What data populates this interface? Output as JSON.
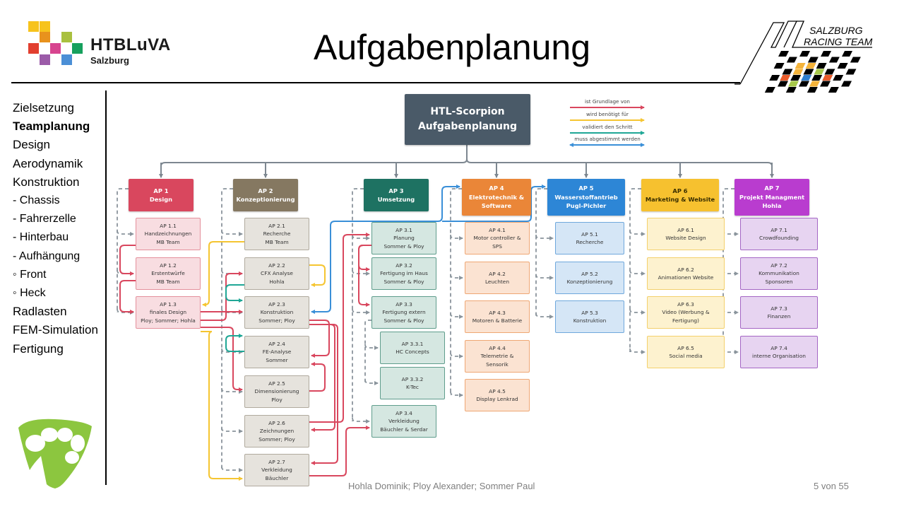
{
  "header": {
    "title": "Aufgabenplanung",
    "logo_left": {
      "name": "HTBLuVA",
      "subtitle": "Salzburg"
    },
    "logo_right": {
      "line1": "SALZBURG",
      "line2": "RACING TEAM"
    }
  },
  "sidebar": {
    "items": [
      {
        "label": "Zielsetzung",
        "active": false
      },
      {
        "label": "Teamplanung",
        "active": true
      },
      {
        "label": "Design",
        "active": false
      },
      {
        "label": "Aerodynamik",
        "active": false
      },
      {
        "label": "Konstruktion",
        "active": false
      },
      {
        "label": "- Chassis",
        "active": false
      },
      {
        "label": "- Fahrerzelle",
        "active": false
      },
      {
        "label": "- Hinterbau",
        "active": false
      },
      {
        "label": "- Aufhängung",
        "active": false
      },
      {
        "label": " ◦ Front",
        "active": false
      },
      {
        "label": " ◦ Heck",
        "active": false
      },
      {
        "label": "Radlasten",
        "active": false
      },
      {
        "label": "FEM-Simulation",
        "active": false
      },
      {
        "label": "Fertigung",
        "active": false
      }
    ]
  },
  "diagram": {
    "root": {
      "line1": "HTL-Scorpion",
      "line2": "Aufgabenplanung"
    },
    "legend": [
      {
        "label": "ist Grundlage von",
        "color": "#d9475e"
      },
      {
        "label": "wird benötigt für",
        "color": "#f5c531"
      },
      {
        "label": "validiert den Schritt",
        "color": "#1fa796"
      },
      {
        "label": "muss abgestimmt werden",
        "color": "#3a8fd8"
      }
    ],
    "packages": [
      {
        "id": "AP 1",
        "title": "Design",
        "owner": "",
        "color": "#d9475e",
        "fill": "#f8dde1",
        "border": "#e4909c",
        "tasks": [
          {
            "id": "AP 1.1",
            "lines": [
              "Handzeichnungen",
              "MB Team"
            ]
          },
          {
            "id": "AP 1.2",
            "lines": [
              "Erstentwürfe",
              "MB Team"
            ]
          },
          {
            "id": "AP 1.3",
            "lines": [
              "finales Design",
              "Ploy; Sommer; Hohla"
            ]
          }
        ]
      },
      {
        "id": "AP 2",
        "title": "Konzeptionierung",
        "owner": "",
        "color": "#857861",
        "fill": "#e6e3dd",
        "border": "#b0aa9e",
        "tasks": [
          {
            "id": "AP 2.1",
            "lines": [
              "Recherche",
              "MB Team"
            ]
          },
          {
            "id": "AP 2.2",
            "lines": [
              "CFX Analyse",
              "Hohla"
            ]
          },
          {
            "id": "AP 2.3",
            "lines": [
              "Konstruktion",
              "Sommer; Ploy"
            ]
          },
          {
            "id": "AP 2.4",
            "lines": [
              "FE-Analyse",
              "Sommer"
            ]
          },
          {
            "id": "AP 2.5",
            "lines": [
              "Dimensionierung",
              "Ploy"
            ]
          },
          {
            "id": "AP 2.6",
            "lines": [
              "Zeichnungen",
              "Sommer; Ploy"
            ]
          },
          {
            "id": "AP 2.7",
            "lines": [
              "Verkleidung",
              "Bäuchler"
            ]
          }
        ]
      },
      {
        "id": "AP 3",
        "title": "Umsetzung",
        "owner": "",
        "color": "#1e7262",
        "fill": "#d5e7e1",
        "border": "#5f9d8c",
        "tasks": [
          {
            "id": "AP 3.1",
            "lines": [
              "Planung",
              "Sommer & Ploy"
            ]
          },
          {
            "id": "AP 3.2",
            "lines": [
              "Fertigung im Haus",
              "Sommer & Ploy"
            ]
          },
          {
            "id": "AP 3.3",
            "lines": [
              "Fertigung extern",
              "Sommer & Ploy"
            ]
          },
          {
            "id": "AP 3.3.1",
            "lines": [
              "HC Concepts"
            ]
          },
          {
            "id": "AP 3.3.2",
            "lines": [
              "K-Tec"
            ]
          },
          {
            "id": "AP 3.4",
            "lines": [
              "Verkleidung",
              "Bäuchler & Serdar"
            ]
          }
        ]
      },
      {
        "id": "AP 4",
        "title": "Elektrotechnik &",
        "owner": "Software",
        "color": "#ea8638",
        "fill": "#fbe3d2",
        "border": "#efa774",
        "tasks": [
          {
            "id": "AP 4.1",
            "lines": [
              "Motor controller &",
              "SPS"
            ]
          },
          {
            "id": "AP 4.2",
            "lines": [
              "Leuchten"
            ]
          },
          {
            "id": "AP 4.3",
            "lines": [
              "Motoren & Batterie"
            ]
          },
          {
            "id": "AP 4.4",
            "lines": [
              "Telemetrie &",
              "Sensorik"
            ]
          },
          {
            "id": "AP 4.5",
            "lines": [
              "Display Lenkrad"
            ]
          }
        ]
      },
      {
        "id": "AP 5",
        "title": "Wasserstoffantrieb",
        "owner": "Pugl-Pichler",
        "color": "#2d86d6",
        "fill": "#d5e6f6",
        "border": "#6fa8dc",
        "tasks": [
          {
            "id": "AP 5.1",
            "lines": [
              "Recherche"
            ]
          },
          {
            "id": "AP 5.2",
            "lines": [
              "Konzeptionierung"
            ]
          },
          {
            "id": "AP 5.3",
            "lines": [
              "Konstruktion"
            ]
          }
        ]
      },
      {
        "id": "AP 6",
        "title": "Marketing & Website",
        "owner": "",
        "color": "#f6c12f",
        "fill": "#fdf2cf",
        "border": "#f3d06c",
        "tasks": [
          {
            "id": "AP 6.1",
            "lines": [
              "Website Design"
            ]
          },
          {
            "id": "AP 6.2",
            "lines": [
              "Animationen Website"
            ]
          },
          {
            "id": "AP 6.3",
            "lines": [
              "Video (Werbung &",
              "Fertigung)"
            ]
          },
          {
            "id": "AP 6.5",
            "lines": [
              "Social media"
            ]
          }
        ]
      },
      {
        "id": "AP 7",
        "title": "Projekt Managment",
        "owner": "Hohla",
        "color": "#b93ccf",
        "fill": "#e7d4f1",
        "border": "#a466c4",
        "tasks": [
          {
            "id": "AP 7.1",
            "lines": [
              "Crowdfounding"
            ]
          },
          {
            "id": "AP 7.2",
            "lines": [
              "Kommunikation",
              "Sponsoren"
            ]
          },
          {
            "id": "AP 7.3",
            "lines": [
              "Finanzen"
            ]
          },
          {
            "id": "AP 7.4",
            "lines": [
              "interne Organisation"
            ]
          }
        ]
      }
    ]
  },
  "footer": {
    "authors": "Hohla Dominik; Ploy Alexander; Sommer  Paul",
    "page": "5 von 55"
  }
}
